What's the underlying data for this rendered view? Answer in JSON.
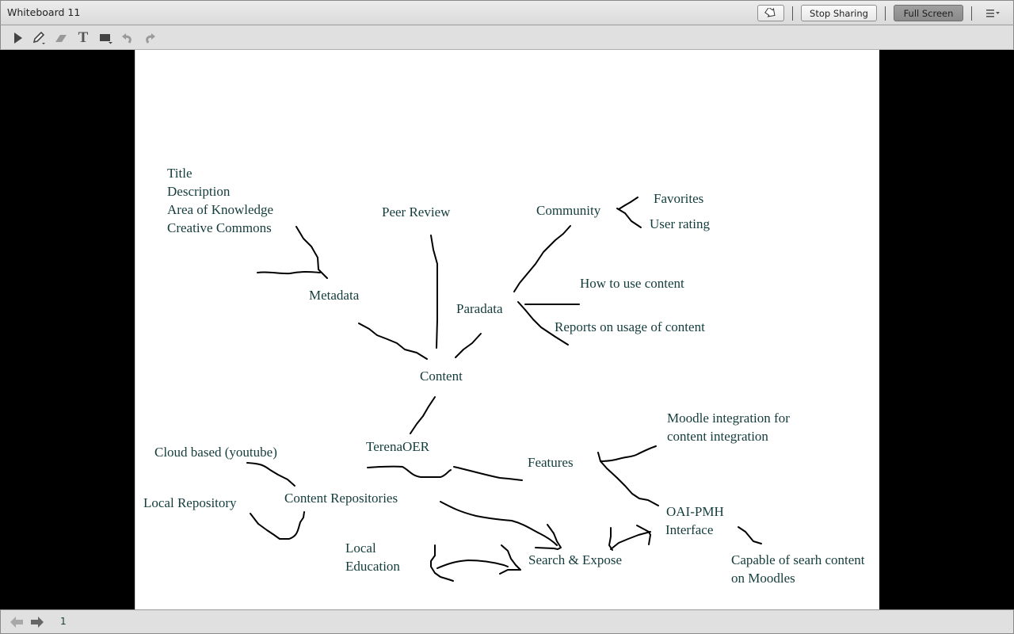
{
  "window": {
    "title": "Whiteboard 11",
    "stop_sharing_label": "Stop Sharing",
    "full_screen_label": "Full Screen"
  },
  "toolbar": {
    "tools": [
      {
        "name": "selection-tool",
        "icon": "arrow-pointer-icon"
      },
      {
        "name": "pencil-tool",
        "icon": "pencil-icon"
      },
      {
        "name": "eraser-tool",
        "icon": "eraser-icon"
      },
      {
        "name": "text-tool",
        "icon": "text-T-icon"
      },
      {
        "name": "shape-tool",
        "icon": "rectangle-icon"
      },
      {
        "name": "undo",
        "icon": "undo-icon"
      },
      {
        "name": "redo",
        "icon": "redo-icon"
      }
    ]
  },
  "whiteboard": {
    "labels": {
      "title": "Title",
      "description": "Description",
      "area_of_knowledge": "Area of Knowledge",
      "creative_commons": "Creative Commons",
      "peer_review": "Peer Review",
      "community": "Community",
      "favorites": "Favorites",
      "user_rating": "User rating",
      "metadata": "Metadata",
      "paradata": "Paradata",
      "how_to_use": "How to use content",
      "reports_on_usage": "Reports on usage of content",
      "content": "Content",
      "terena_oer": "TerenaOER",
      "cloud_based": "Cloud based (youtube)",
      "local_repository": "Local Repository",
      "content_repositories": "Content Repositories",
      "features": "Features",
      "moodle_integration_1": "Moodle integration for",
      "moodle_integration_2": "content integration",
      "oai_pmh_1": "OAI-PMH",
      "oai_pmh_2": "Interface",
      "local_education_1": "Local",
      "local_education_2": "Education",
      "search_expose": "Search & Expose",
      "capable_1": "Capable of searh content",
      "capable_2": "on Moodles"
    }
  },
  "footer": {
    "page_number": "1"
  },
  "colors": {
    "text": "#143c3c",
    "ink": "#000000"
  }
}
